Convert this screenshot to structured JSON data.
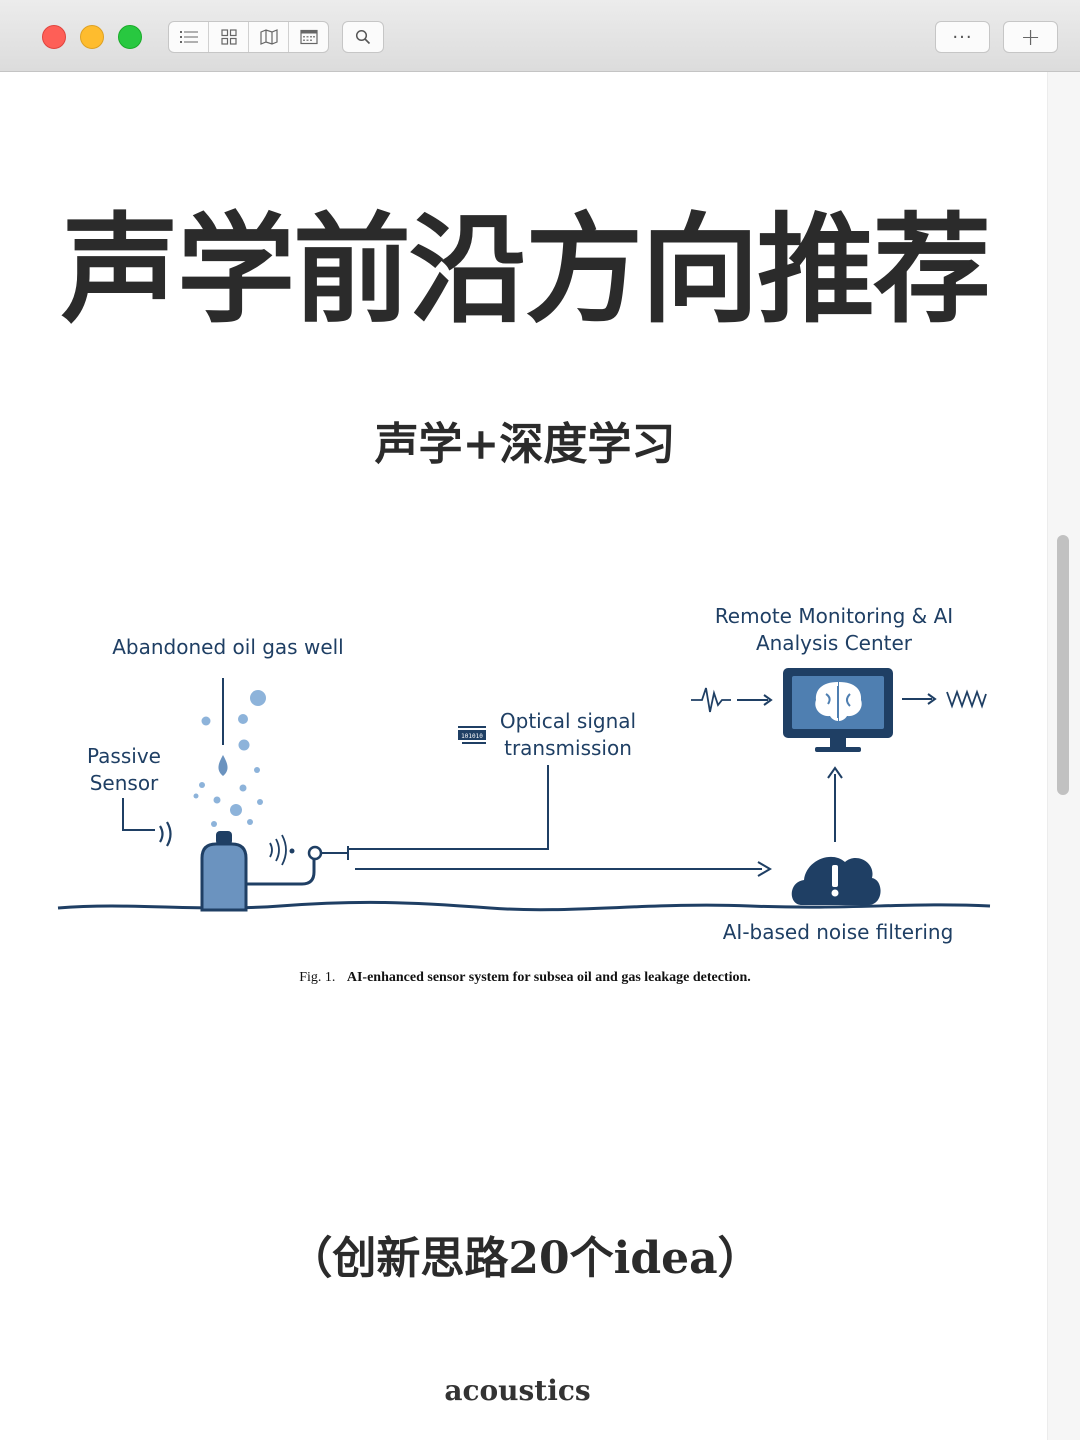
{
  "toolbar": {
    "more_label": "···",
    "add_label": "+"
  },
  "page": {
    "title": "声学前沿方向推荐",
    "subtitle": "声学+深度学习",
    "ideas_note": "（创新思路20个idea）",
    "footer": "acoustics"
  },
  "figure": {
    "labels": {
      "well": "Abandoned oil gas well",
      "sensor_line1": "Passive",
      "sensor_line2": "Sensor",
      "optical_line1": "Optical signal",
      "optical_line2": "transmission",
      "remote_line1": "Remote Monitoring & AI",
      "remote_line2": "Analysis Center",
      "filtering": "AI-based noise filtering",
      "binary": "101010"
    },
    "caption_prefix": "Fig. 1.",
    "caption_text": "AI-enhanced sensor system for subsea oil and gas leakage detection.",
    "colors": {
      "navy": "#1f3f64",
      "steel": "#6b93bf",
      "bubble": "#8db3da"
    }
  },
  "icons": {
    "toolbar": [
      "list-icon",
      "grid-icon",
      "map-icon",
      "calendar-icon",
      "search-icon"
    ],
    "figure": [
      "signal-wave-icon",
      "brain-monitor-icon",
      "cloud-alert-icon",
      "data-stream-icon",
      "sensor-canister-icon"
    ]
  }
}
